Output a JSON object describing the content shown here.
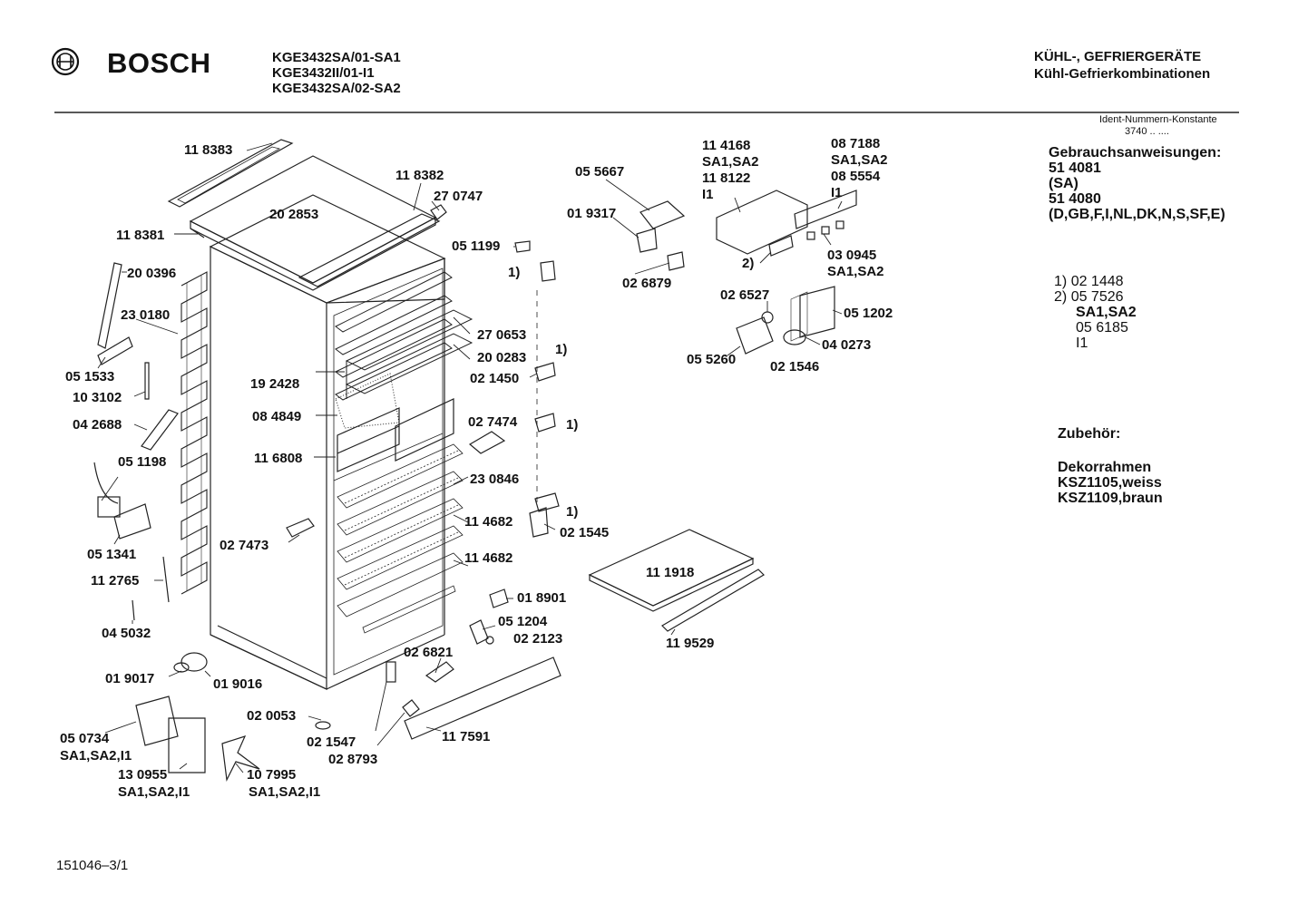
{
  "header": {
    "brand": "BOSCH",
    "models": [
      "KGE3432SA/01-SA1",
      "KGE3432II/01-I1",
      "KGE3432SA/02-SA2"
    ],
    "category": "KÜHL-, GEFRIERGERÄTE",
    "subcategory": "Kühl-Gefrierkombinationen"
  },
  "sidebar": {
    "ident_label": "Ident-Nummern-Konstante",
    "ident_value": "3740  ..  ....",
    "manuals_title": "Gebrauchsanweisungen:",
    "manuals": [
      "51 4081",
      "(SA)",
      "51 4080",
      "(D,GB,F,I,NL,DK,N,S,SF,E)"
    ],
    "footnotes": [
      {
        "mark": "1)",
        "value": "02 1448"
      },
      {
        "mark": "2)",
        "value": "05 7526"
      }
    ],
    "footnote_extra": [
      "SA1,SA2",
      "05 6185",
      "I1"
    ],
    "accessories_title": "Zubehör:",
    "accessories": [
      "Dekorrahmen",
      "KSZ1105,weiss",
      "KSZ1109,braun"
    ]
  },
  "labels": [
    {
      "id": "p118383",
      "text": "11 8383"
    },
    {
      "id": "p202853",
      "text": "20 2853"
    },
    {
      "id": "p118382",
      "text": "11 8382"
    },
    {
      "id": "p270747",
      "text": "27 0747"
    },
    {
      "id": "p118381",
      "text": "11 8381"
    },
    {
      "id": "p200396",
      "text": "20 0396"
    },
    {
      "id": "p230180",
      "text": "23 0180"
    },
    {
      "id": "p051533",
      "text": "05 1533"
    },
    {
      "id": "p103102",
      "text": "10 3102"
    },
    {
      "id": "p042688",
      "text": "04 2688"
    },
    {
      "id": "p051198",
      "text": "05 1198"
    },
    {
      "id": "p051341",
      "text": "05 1341"
    },
    {
      "id": "p112765",
      "text": "11 2765"
    },
    {
      "id": "p045032",
      "text": "04 5032"
    },
    {
      "id": "p019017",
      "text": "01 9017"
    },
    {
      "id": "p019016",
      "text": "01 9016"
    },
    {
      "id": "p050734",
      "text": "05 0734"
    },
    {
      "id": "p050734v",
      "text": "SA1,SA2,I1"
    },
    {
      "id": "p130955",
      "text": "13 0955"
    },
    {
      "id": "p130955v",
      "text": "SA1,SA2,I1"
    },
    {
      "id": "p107995",
      "text": "10 7995"
    },
    {
      "id": "p107995v",
      "text": "SA1,SA2,I1"
    },
    {
      "id": "p020053",
      "text": "02 0053"
    },
    {
      "id": "p021547",
      "text": "02 1547"
    },
    {
      "id": "p028793",
      "text": "02 8793"
    },
    {
      "id": "p117591",
      "text": "11 7591"
    },
    {
      "id": "p026821",
      "text": "02 6821"
    },
    {
      "id": "p051204",
      "text": "05 1204"
    },
    {
      "id": "p022123",
      "text": "02 2123"
    },
    {
      "id": "p018901",
      "text": "01 8901"
    },
    {
      "id": "p114682a",
      "text": "11 4682"
    },
    {
      "id": "p114682b",
      "text": "11 4682"
    },
    {
      "id": "p230846",
      "text": "23 0846"
    },
    {
      "id": "p021545",
      "text": "02 1545"
    },
    {
      "id": "p027473",
      "text": "02 7473"
    },
    {
      "id": "p116808",
      "text": "11 6808"
    },
    {
      "id": "p084849",
      "text": "08 4849"
    },
    {
      "id": "p192428",
      "text": "19 2428"
    },
    {
      "id": "p027474",
      "text": "02 7474"
    },
    {
      "id": "p021450",
      "text": "02 1450"
    },
    {
      "id": "p200283",
      "text": "20 0283"
    },
    {
      "id": "p270653",
      "text": "27 0653"
    },
    {
      "id": "p051199",
      "text": "05 1199"
    },
    {
      "id": "p055667",
      "text": "05 5667"
    },
    {
      "id": "p019317",
      "text": "01 9317"
    },
    {
      "id": "p026879",
      "text": "02 6879"
    },
    {
      "id": "p114168",
      "text": "11 4168"
    },
    {
      "id": "p114168v",
      "text": "SA1,SA2"
    },
    {
      "id": "p118122",
      "text": "11 8122"
    },
    {
      "id": "p118122v",
      "text": "I1"
    },
    {
      "id": "p087188",
      "text": "08 7188"
    },
    {
      "id": "p087188v",
      "text": "SA1,SA2"
    },
    {
      "id": "p085554",
      "text": "08 5554"
    },
    {
      "id": "p085554v",
      "text": "I1"
    },
    {
      "id": "p030945",
      "text": "03 0945"
    },
    {
      "id": "p030945v",
      "text": "SA1,SA2"
    },
    {
      "id": "p026527",
      "text": "02 6527"
    },
    {
      "id": "p051202",
      "text": "05 1202"
    },
    {
      "id": "p040273",
      "text": "04 0273"
    },
    {
      "id": "p055260",
      "text": "05 5260"
    },
    {
      "id": "p021546",
      "text": "02 1546"
    },
    {
      "id": "p111918",
      "text": "11 1918"
    },
    {
      "id": "p119529",
      "text": "11 9529"
    },
    {
      "id": "m1a",
      "text": "1)"
    },
    {
      "id": "m1b",
      "text": "1)"
    },
    {
      "id": "m1c",
      "text": "1)"
    },
    {
      "id": "m1d",
      "text": "1)"
    },
    {
      "id": "m2a",
      "text": "2)"
    }
  ],
  "footer": {
    "reference": "151046–3/1"
  }
}
